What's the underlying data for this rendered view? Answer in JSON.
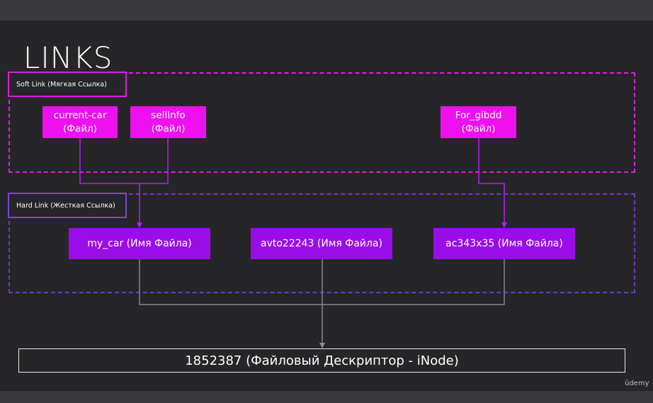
{
  "title": "LINKS",
  "soft_group": {
    "label": "Soft Link (Мягкая Ссылка)",
    "nodes": [
      {
        "line1": "current-car",
        "line2": "(Файл)"
      },
      {
        "line1": "sellInfo",
        "line2": "(Файл)"
      },
      {
        "line1": "For_gibdd",
        "line2": "(Файл)"
      }
    ]
  },
  "hard_group": {
    "label": "Hard Link (Жесткая Ссылка)",
    "nodes": [
      {
        "label": "my_car (Имя Файла)"
      },
      {
        "label": "avto22243 (Имя Файла)"
      },
      {
        "label": "ac343x35 (Имя Файла)"
      }
    ]
  },
  "inode": {
    "label": "1852387 (Файловый Дескриптор - iNode)"
  },
  "watermark": "ūdemy",
  "colors": {
    "soft": "#ee10ee",
    "soft_border": "#e21ae2",
    "hard": "#9b0de8",
    "hard_border": "#6f37c9",
    "arrow_gray": "#8a8a8a"
  }
}
